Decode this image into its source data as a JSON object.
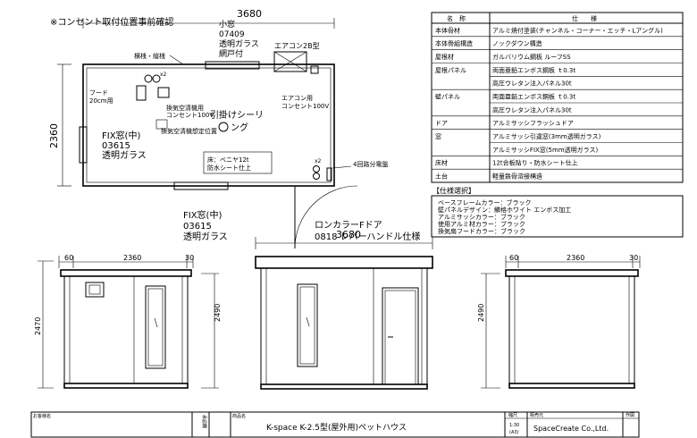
{
  "plan": {
    "note": "※コンセント取付位置事前確認",
    "width": "3680",
    "depth": "2360",
    "small_window": [
      "小窓",
      "07409",
      "透明ガラス",
      "網戸付"
    ],
    "aircon": "エアコン2B型",
    "aircon_outlet": [
      "エアコン用",
      "コンセント100V"
    ],
    "beam_label": "横桟・縦桟",
    "hood": [
      "フード",
      "20cm用"
    ],
    "fan_outlet": [
      "換気空清機用",
      "コンセント100V"
    ],
    "fan_position": "換気空清機想定位置",
    "ceiling_light": [
      "引掛けシーリ",
      "ング"
    ],
    "fix_left": [
      "FIX窓(中)",
      "03615",
      "透明ガラス"
    ],
    "fix_bottom": [
      "FIX窓(中)",
      "03615",
      "透明ガラス"
    ],
    "floor_note": [
      "床：ベニヤ12t",
      "防水シート仕上"
    ],
    "x2_a": "x2",
    "x2_b": "x2",
    "breaker": "4回路分電盤",
    "door": [
      "ロンカラーFドア",
      "0818  レバーハンドル仕様"
    ]
  },
  "spec_table": {
    "headers": [
      "名　称",
      "仕　　様"
    ],
    "rows": [
      [
        "本体骨材",
        "アルミ焼付塗装(チャンネル・コーナー・エッチ・Lアングル)"
      ],
      [
        "本体骨組構造",
        "ノックダウン構造"
      ],
      [
        "屋根材",
        "ガルバリウム鋼板  ルーフSS"
      ],
      [
        "屋根パネル",
        "両面亜鉛エンボス鋼板 ｔ0.3t"
      ],
      [
        "",
        "高圧ウレタン注入パネル30t"
      ],
      [
        "壁パネル",
        "両面亜鉛エンボス鋼板 ｔ0.3t"
      ],
      [
        "",
        "高圧ウレタン注入パネル30t"
      ],
      [
        "ドア",
        "アルミサッシフラッシュドア"
      ],
      [
        "窓",
        "アルミサッシ引違窓(3mm透明ガラス)"
      ],
      [
        "",
        "アルミサッシFIX窓(5mm透明ガラス)"
      ],
      [
        "床材",
        "12t合板貼り・防水シート仕上"
      ],
      [
        "土台",
        "軽量鉄骨溶接構造"
      ]
    ]
  },
  "options": {
    "title": "【仕様選択】",
    "lines": [
      "ベースフレームカラー：ブラック",
      "壁パネルデザイン：鱗格ホワイト  エンボス加工",
      "アルミサッシカラー：ブラック",
      "使用アルミ材カラー：ブラック",
      "換気扇フードカラー：ブラック"
    ]
  },
  "elevations": {
    "left_top": [
      "60",
      "2360",
      "30"
    ],
    "left_height": "2470",
    "left_inner_height": "2490",
    "front_width": "3680",
    "right_top": [
      "60",
      "2360",
      "30"
    ],
    "right_height": "2490"
  },
  "title_block": {
    "customer": "お客様名",
    "approval": "承認欄",
    "product_label": "商品名",
    "product_name": "K-space K-2.5型(屋外用)ペットハウス",
    "scale_label": "縮尺",
    "scale_value": "1:30",
    "paper": "(A3)",
    "seller_label": "販売元",
    "seller": "SpaceCreate Co.,Ltd.",
    "author_label": "作図"
  }
}
